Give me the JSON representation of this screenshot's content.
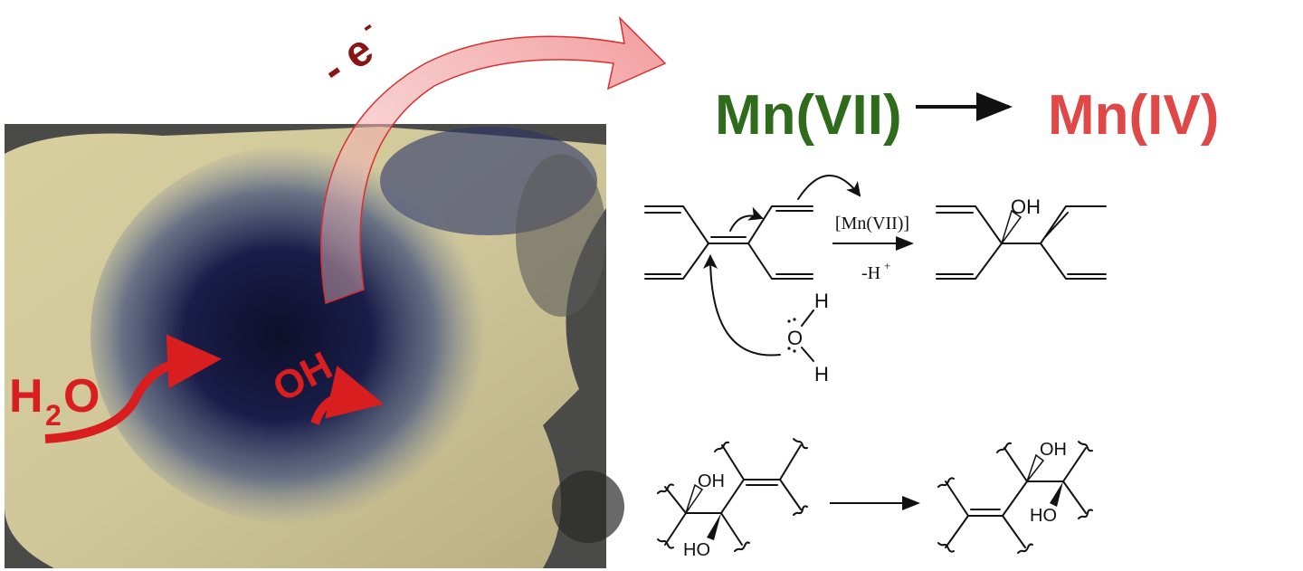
{
  "title": {
    "reactant": "Mn(VII)",
    "product": "Mn(IV)"
  },
  "colors": {
    "reactant": "#2e6b1a",
    "product": "#e04848",
    "annotation_red": "#d81e1e",
    "electron_label": "#8b1414"
  },
  "photo": {
    "electron_label": "- e",
    "electron_sup": "-",
    "water_label": "H",
    "water_sub": "2",
    "water_o": "O",
    "hydroxyl_label": "OH"
  },
  "reaction1": {
    "reagent": "[Mn(VII)]",
    "byproduct": "-H",
    "byproduct_sup": "+",
    "water_o": "O",
    "water_h1": "H",
    "water_h2": "H",
    "product_oh": "OH"
  },
  "reaction2": {
    "left_oh": "OH",
    "left_ho": "HO",
    "right_oh": "OH",
    "right_ho": "HO"
  }
}
